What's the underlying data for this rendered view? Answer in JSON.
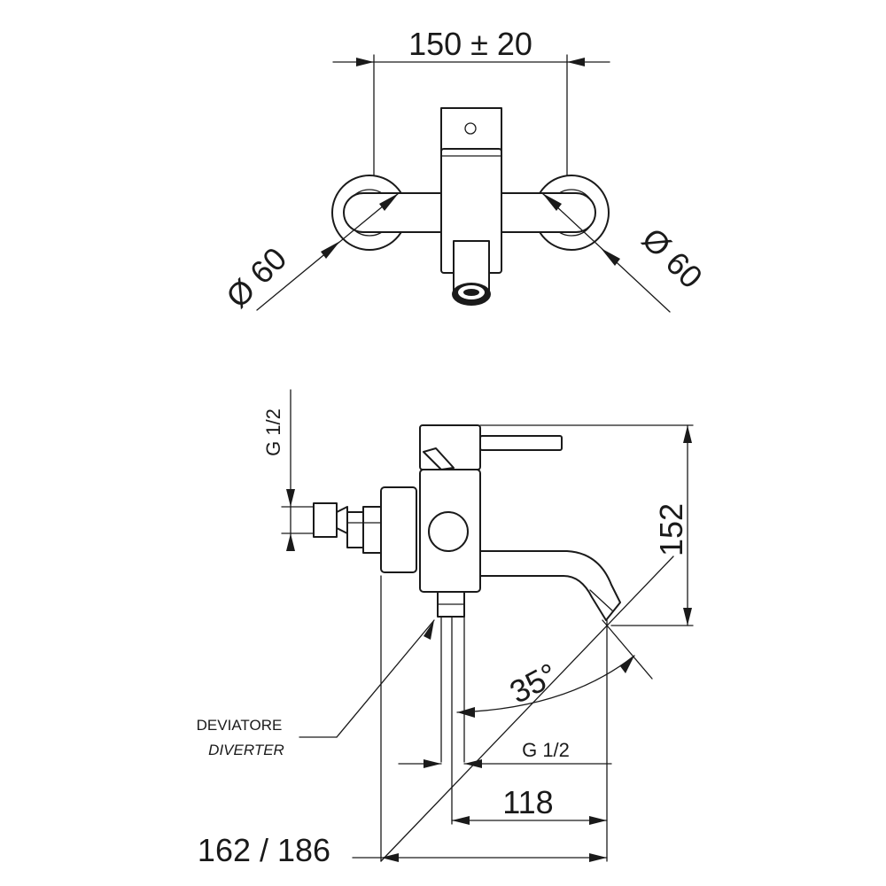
{
  "top_view": {
    "width_dim": "150 ± 20",
    "flange_left_dia": "Ø 60",
    "flange_right_dia": "Ø 60"
  },
  "side_view": {
    "inlet_thread": "G 1/2",
    "height_dim": "152",
    "angle": "35°",
    "diverter_label": "DEVIATORE",
    "diverter_label_en": "DIVERTER",
    "outlet_thread": "G 1/2",
    "spout_dim": "118",
    "total_depth_dim": "162 / 186"
  },
  "colors": {
    "line": "#1a1a1a",
    "background": "#ffffff"
  }
}
